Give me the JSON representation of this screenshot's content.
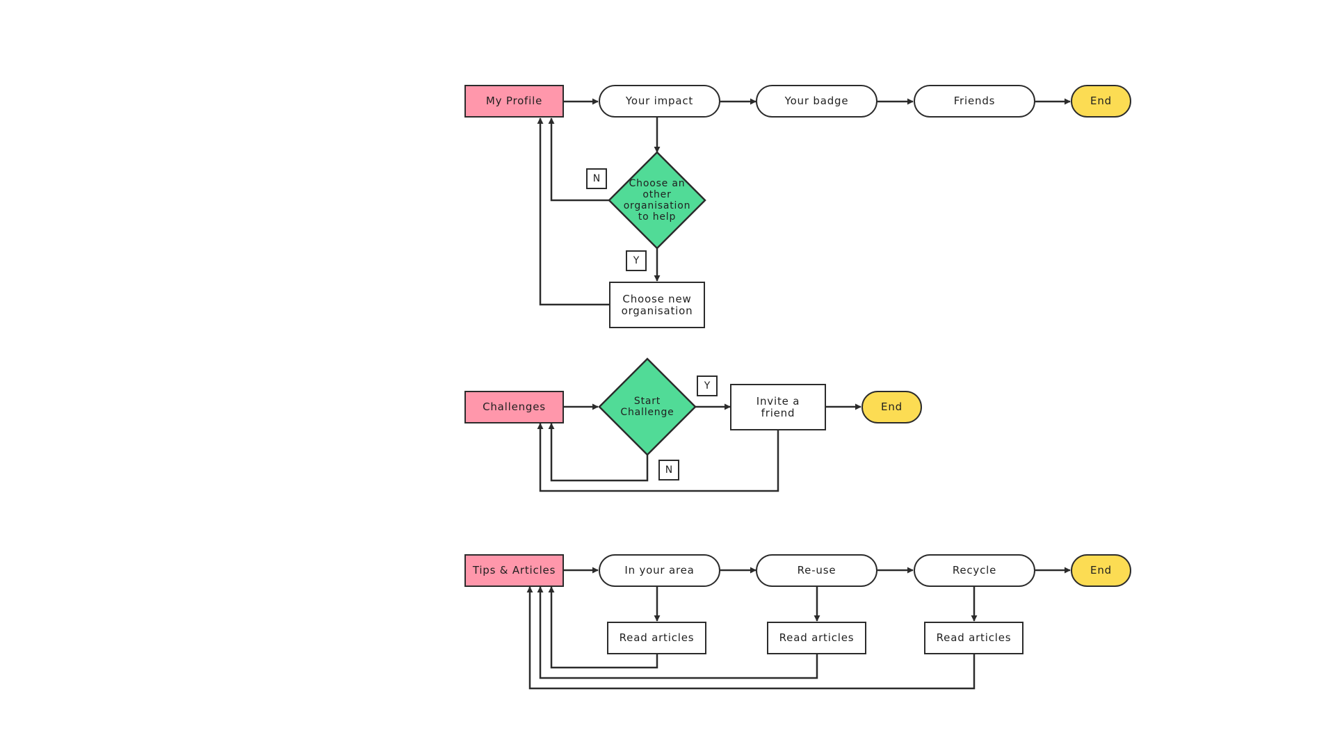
{
  "colors": {
    "start": "#ff97ab",
    "decision": "#51db97",
    "end": "#fcdc53",
    "stroke": "#2b2b2b"
  },
  "profile_flow": {
    "start": "My Profile",
    "step1": "Your impact",
    "step2": "Your badge",
    "step3": "Friends",
    "end": "End",
    "decision": "Choose an\nother\norganisation\nto help",
    "no_tag": "N",
    "yes_tag": "Y",
    "action": "Choose new\norganisation"
  },
  "challenges_flow": {
    "start": "Challenges",
    "decision": "Start\nChallenge",
    "yes_tag": "Y",
    "no_tag": "N",
    "action": "Invite a\nfriend",
    "end": "End"
  },
  "tips_flow": {
    "start": "Tips & Articles",
    "step1": "In your area",
    "step2": "Re-use",
    "step3": "Recycle",
    "end": "End",
    "articles1": "Read articles",
    "articles2": "Read articles",
    "articles3": "Read articles"
  }
}
